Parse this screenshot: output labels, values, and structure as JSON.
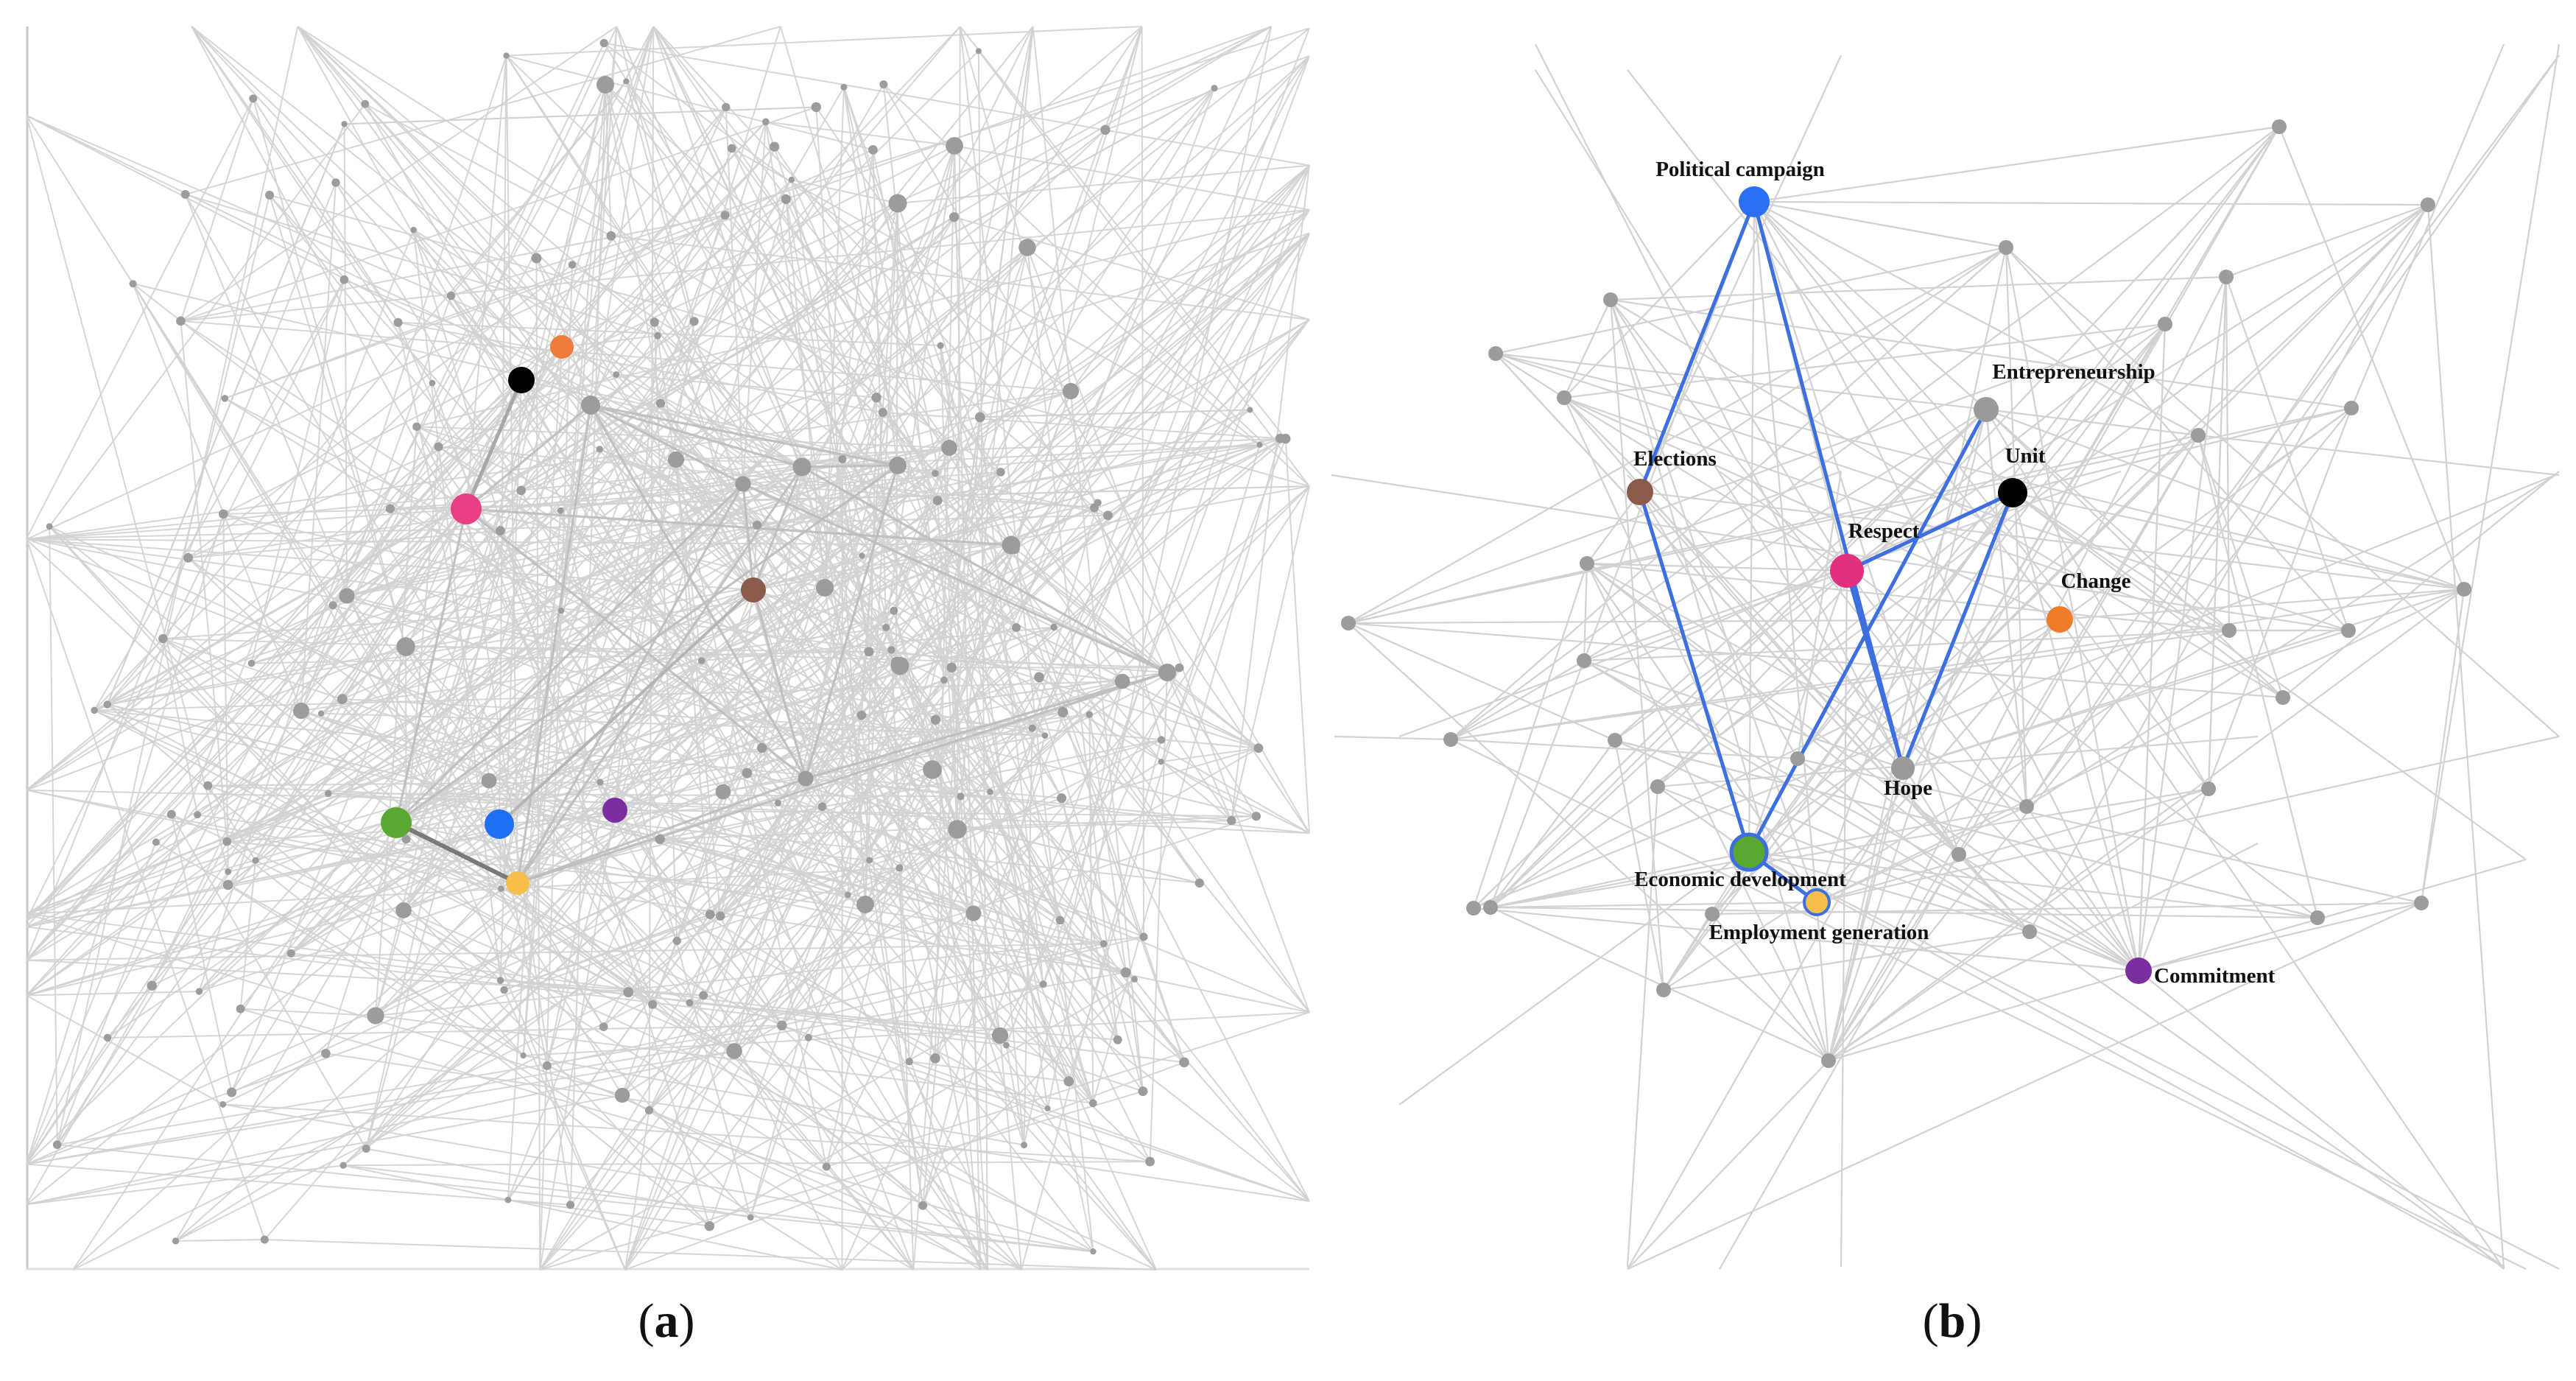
{
  "panels": [
    {
      "id": "a",
      "caption": "a",
      "highlight_nodes": [
        {
          "key": "orange",
          "color": "#ee7d3b"
        },
        {
          "key": "black",
          "color": "#000000"
        },
        {
          "key": "pink",
          "color": "#e83e84"
        },
        {
          "key": "brown",
          "color": "#8b5a4a"
        },
        {
          "key": "green",
          "color": "#5aa832"
        },
        {
          "key": "blue",
          "color": "#1f6ff2"
        },
        {
          "key": "purple",
          "color": "#7b2f9e"
        },
        {
          "key": "yellow",
          "color": "#f7bf4a"
        }
      ]
    },
    {
      "id": "b",
      "caption": "b",
      "labeled_nodes": [
        {
          "key": "political-campaign",
          "label": "Political campaign",
          "color": "#2b6ff2"
        },
        {
          "key": "entrepreneurship",
          "label": "Entrepreneurship",
          "color": "#9a9a9a"
        },
        {
          "key": "elections",
          "label": "Elections",
          "color": "#8b5a4a"
        },
        {
          "key": "unit",
          "label": "Unit",
          "color": "#000000"
        },
        {
          "key": "respect",
          "label": "Respect",
          "color": "#e0307e"
        },
        {
          "key": "change",
          "label": "Change",
          "color": "#ee7d2b"
        },
        {
          "key": "hope",
          "label": "Hope",
          "color": "#9a9a9a"
        },
        {
          "key": "economic-development",
          "label": "Economic development",
          "color": "#5aa832"
        },
        {
          "key": "employment-generation",
          "label": "Employment generation",
          "color": "#f7bf4a"
        },
        {
          "key": "commitment",
          "label": "Commitment",
          "color": "#7b2f9e"
        }
      ],
      "highlighted_edges": [
        [
          "political-campaign",
          "elections"
        ],
        [
          "political-campaign",
          "hope"
        ],
        [
          "elections",
          "economic-development"
        ],
        [
          "respect",
          "unit"
        ],
        [
          "respect",
          "hope"
        ],
        [
          "unit",
          "hope"
        ],
        [
          "entrepreneurship",
          "economic-development"
        ],
        [
          "economic-development",
          "employment-generation"
        ]
      ],
      "highlight_edge_color": "#3d6fe0"
    }
  ],
  "colors": {
    "edge": "#d2d2d2",
    "edge_dark": "#bdbdbd",
    "node_gray": "#9c9c9c",
    "axis_line": "#c8c8c8"
  }
}
